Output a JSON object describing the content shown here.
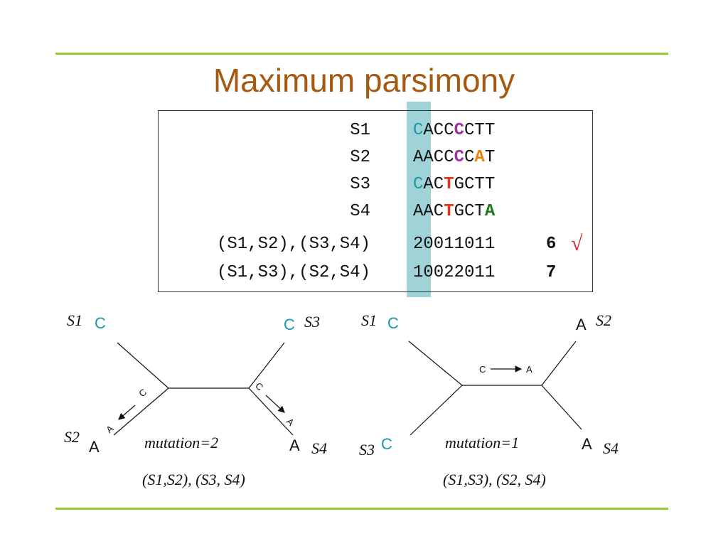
{
  "title": "Maximum parsimony",
  "colors": {
    "rule": "#99cc33",
    "title": "#a45a12",
    "highlight": "#9fd3d7",
    "cyan": "#169aa8"
  },
  "table": {
    "rows": [
      {
        "label": "S1",
        "seq": [
          "C",
          "ACC",
          "C",
          "CTT"
        ]
      },
      {
        "label": "S2",
        "seq": [
          "AACC",
          "C",
          "C",
          "A",
          "T"
        ]
      },
      {
        "label": "S3",
        "seq": [
          "C",
          "AC",
          "T",
          "GCTT"
        ]
      },
      {
        "label": "S4",
        "seq": [
          "AAC",
          "T",
          "GCT",
          "A"
        ]
      },
      {
        "label": "(S1,S2),(S3,S4)",
        "seq": [
          "20011011"
        ],
        "count": "6",
        "mark": "√"
      },
      {
        "label": "(S1,S3),(S2,S4)",
        "seq": [
          "10022011"
        ],
        "count": "7"
      }
    ]
  },
  "tree_left": {
    "s1": "S1",
    "s1_base": "C",
    "s3": "S3",
    "s3_base": "C",
    "s2": "S2",
    "s2_base": "A",
    "s4": "S4",
    "s4_base": "A",
    "mut_left_from": "C",
    "mut_left_to": "A",
    "mut_right_from": "C",
    "mut_right_to": "A",
    "mutation": "mutation=2",
    "grouping": "(S1,S2), (S3, S4)"
  },
  "tree_right": {
    "s1": "S1",
    "s1_base": "C",
    "s2": "S2",
    "s2_base": "A",
    "s3": "S3",
    "s3_base": "C",
    "s4": "S4",
    "s4_base": "A",
    "mut_from": "C",
    "mut_to": "A",
    "mutation": "mutation=1",
    "grouping": "(S1,S3), (S2, S4)"
  }
}
